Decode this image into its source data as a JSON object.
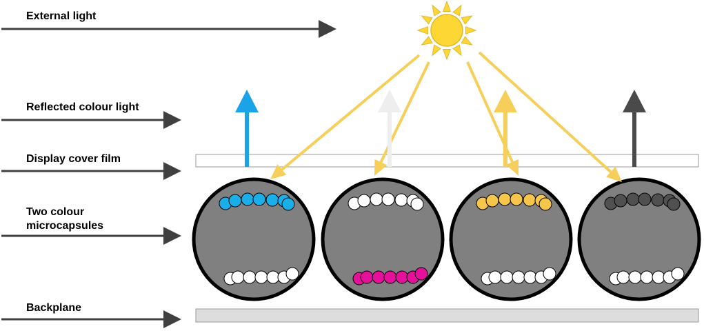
{
  "labels": {
    "external_light": "External light",
    "reflected_colour_light": "Reflected colour light",
    "display_cover_film": "Display cover film",
    "two_colour_microcapsules_line1": "Two colour",
    "two_colour_microcapsules_line2": "microcapsules",
    "backplane": "Backplane"
  },
  "colors": {
    "sun": "#FDD835",
    "sun_outline": "#E0B830",
    "ray": "#F5CF5A",
    "label_arrow": "#404040",
    "capsule_fill": "#808080",
    "capsule_outline": "#000000",
    "cover_film_fill": "#FFFFFF",
    "backplane_fill": "#DDDDDD"
  },
  "capsules": [
    {
      "top_particles": "#1AAFE8",
      "bottom_particles": "#FFFFFF",
      "reflected_arrow": "#1AA3E6"
    },
    {
      "top_particles": "#FFFFFF",
      "bottom_particles": "#E6119A",
      "reflected_arrow": "#EEEEEE"
    },
    {
      "top_particles": "#F5C54C",
      "bottom_particles": "#FFFFFF",
      "reflected_arrow": "#F5CF5A"
    },
    {
      "top_particles": "#505050",
      "bottom_particles": "#FFFFFF",
      "reflected_arrow": "#4A4A4A"
    }
  ],
  "icons": {
    "sun": "sun-icon",
    "label_arrow": "arrow-right-icon",
    "reflected_arrow": "arrow-up-icon",
    "incident_ray": "arrow-diagonal-icon"
  }
}
